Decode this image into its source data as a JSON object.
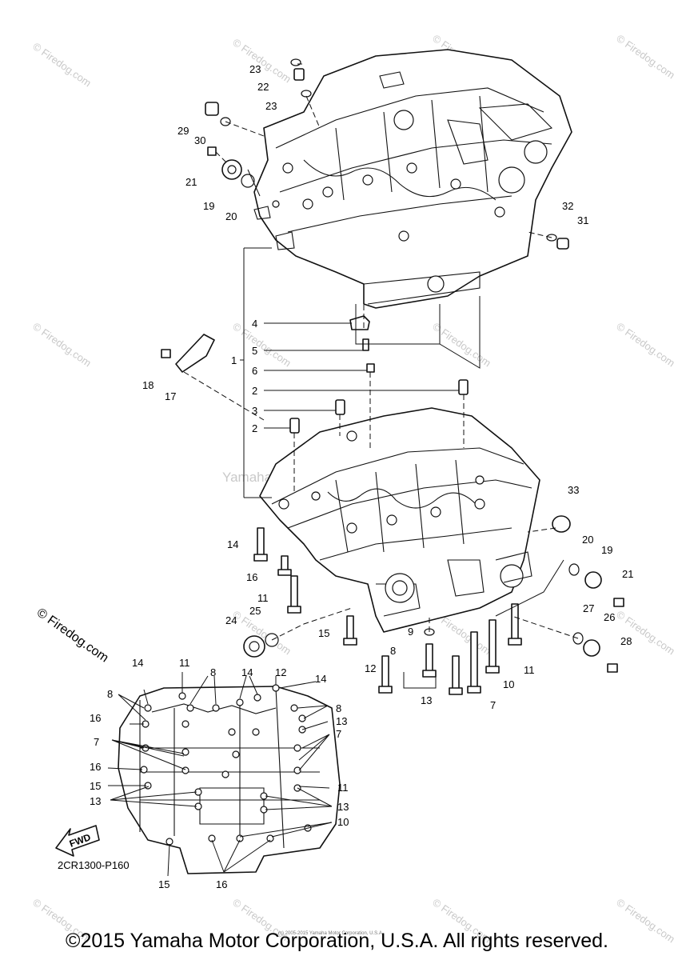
{
  "copyright": "©2015 Yamaha Motor Corporation, U.S.A. All rights reserved.",
  "watermark": "© Firedog.com",
  "center_watermark": "Yamaha Motor Corp., U.S.A.",
  "small_notice": "(c) 2005-2015 Yamaha Motor Corporation, U.S.A.",
  "diagram_code": "2CR1300-P160",
  "fwd_label": "FWD",
  "firedog_brand": "© Firedog.com",
  "callouts": [
    "23",
    "22",
    "23",
    "29",
    "30",
    "21",
    "19",
    "20",
    "32",
    "31",
    "4",
    "5",
    "1",
    "6",
    "2",
    "3",
    "2",
    "18",
    "17",
    "33",
    "14",
    "20",
    "19",
    "21",
    "16",
    "11",
    "24",
    "25",
    "27",
    "26",
    "28",
    "9",
    "15",
    "8",
    "12",
    "10",
    "11",
    "13",
    "7",
    "14",
    "11",
    "8",
    "14",
    "12",
    "14",
    "8",
    "16",
    "8",
    "13",
    "7",
    "7",
    "16",
    "15",
    "11",
    "13",
    "13",
    "10",
    "15",
    "16"
  ],
  "colors": {
    "line": "#111111",
    "watermark": "#c9c9c9"
  }
}
